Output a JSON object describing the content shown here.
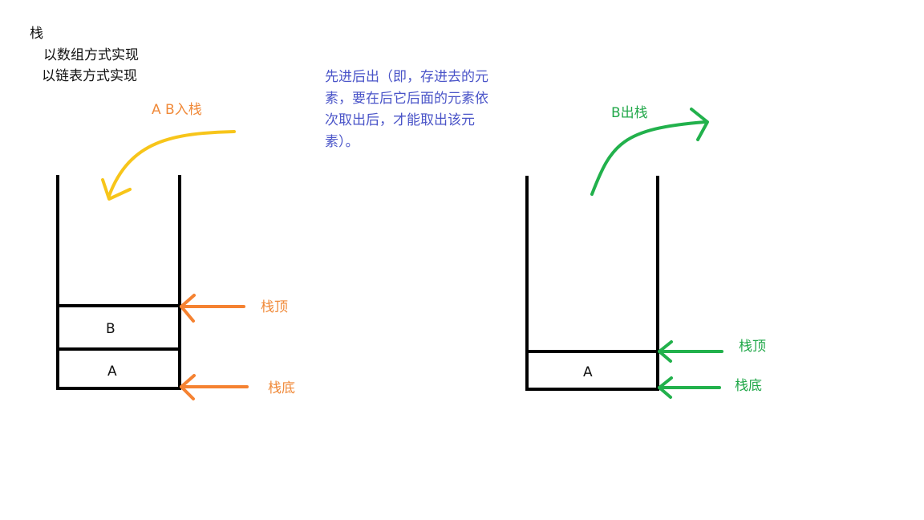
{
  "heading": {
    "title": "栈",
    "item_array": "以数组方式实现",
    "item_linked": "以链表方式实现"
  },
  "note": {
    "text": "先进后出（即，存进去的元素，要在后它后面的元素依次取出后，才能取出该元素）。"
  },
  "left_stack": {
    "push_label": "A B入栈",
    "top_label": "栈顶",
    "bottom_label": "栈底",
    "cells": [
      "B",
      "A"
    ]
  },
  "right_stack": {
    "pop_label": "B出栈",
    "top_label": "栈顶",
    "bottom_label": "栈底",
    "cells": [
      "A"
    ]
  },
  "colors": {
    "push_arrow": "#f7c51a",
    "left_pointers": "#f58231",
    "right_annotations": "#22b14c",
    "note_text": "#3f48cc",
    "stack_lines": "#000000"
  }
}
